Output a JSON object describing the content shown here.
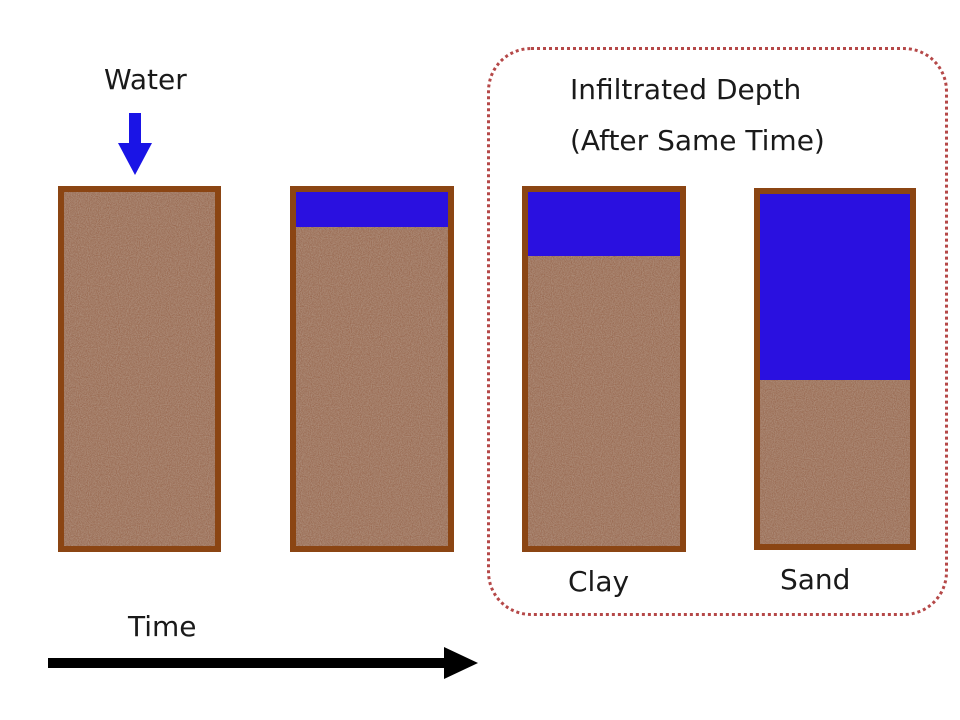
{
  "labels": {
    "water": "Water",
    "group_title_line1": "Infiltrated Depth",
    "group_title_line2": "(After Same Time)",
    "clay": "Clay",
    "sand": "Sand",
    "time": "Time"
  },
  "columns": [
    {
      "id": "col-1",
      "water_fraction": 0.0
    },
    {
      "id": "col-2",
      "water_fraction": 0.1
    },
    {
      "id": "col-3",
      "water_fraction": 0.18
    },
    {
      "id": "col-4",
      "water_fraction": 0.53
    }
  ],
  "colors": {
    "water": "#2a10e0",
    "soil": "#9a6b52",
    "column_border": "#8b4513",
    "group_border": "#b54848",
    "water_arrow": "#1a14e6",
    "time_arrow": "#000000"
  }
}
